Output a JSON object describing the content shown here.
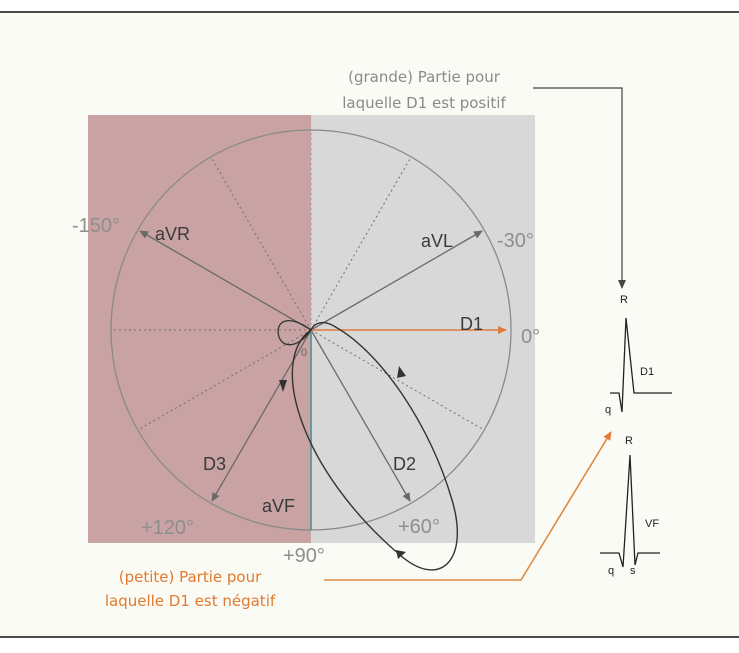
{
  "caption_top": {
    "line1": "(grande) Partie pour",
    "line2": "laquelle D1 est positif"
  },
  "caption_bottom": {
    "line1": "(petite) Partie pour",
    "line2": "laquelle D1 est négatif"
  },
  "leads": {
    "avr": "aVR",
    "avl": "aVL",
    "d1": "D1",
    "d2": "D2",
    "d3": "D3",
    "avf": "aVF"
  },
  "angles": {
    "minus150": "-150°",
    "minus30": "-30°",
    "zero": "0°",
    "plus60": "+60°",
    "plus90": "+90°",
    "plus120": "+120°"
  },
  "origin": "0",
  "waves": {
    "d1": {
      "r": "R",
      "q": "q",
      "label": "D1"
    },
    "vf": {
      "r": "R",
      "q": "q",
      "s": "s",
      "label": "VF"
    }
  },
  "colors": {
    "negative_region": "#c9a3a3",
    "positive_region": "#d8d8d8",
    "d1_axis": "#e07b3c",
    "avf_axis": "#5e9595",
    "caption_negative": "#e07a2e",
    "caption_positive": "#8a8a8a"
  }
}
